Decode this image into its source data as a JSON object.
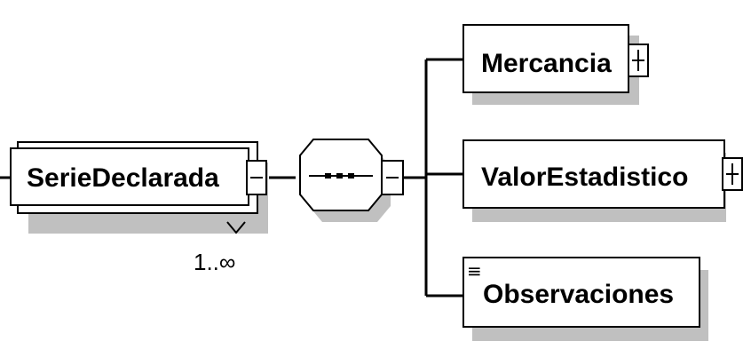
{
  "diagram": {
    "root_element": {
      "name": "SerieDeclarada",
      "toggle": "−",
      "cardinality": "1..∞"
    },
    "compositor": {
      "kind": "sequence",
      "toggle": "−"
    },
    "children": [
      {
        "name": "Mercancia",
        "toggle": "+"
      },
      {
        "name": "ValorEstadistico",
        "toggle": "+"
      },
      {
        "name": "Observaciones",
        "annotation_icon": "≡"
      }
    ]
  }
}
